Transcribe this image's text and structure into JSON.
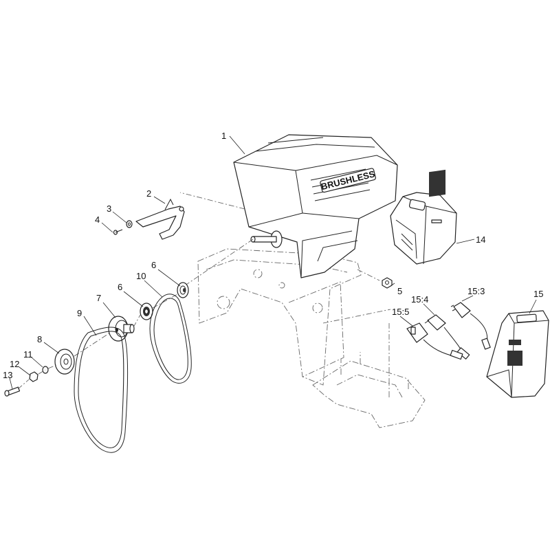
{
  "brand_logo": "BRUSHLESS",
  "callouts": [
    {
      "id": "1",
      "label": "1"
    },
    {
      "id": "2",
      "label": "2"
    },
    {
      "id": "3",
      "label": "3"
    },
    {
      "id": "4",
      "label": "4"
    },
    {
      "id": "5",
      "label": "5"
    },
    {
      "id": "6a",
      "label": "6"
    },
    {
      "id": "6b",
      "label": "6"
    },
    {
      "id": "7",
      "label": "7"
    },
    {
      "id": "8",
      "label": "8"
    },
    {
      "id": "9",
      "label": "9"
    },
    {
      "id": "10",
      "label": "10"
    },
    {
      "id": "11",
      "label": "11"
    },
    {
      "id": "12",
      "label": "12"
    },
    {
      "id": "13",
      "label": "13"
    },
    {
      "id": "14",
      "label": "14"
    },
    {
      "id": "15",
      "label": "15"
    },
    {
      "id": "15_3",
      "label": "15:3"
    },
    {
      "id": "15_4",
      "label": "15:4"
    },
    {
      "id": "15_5",
      "label": "15:5"
    }
  ]
}
